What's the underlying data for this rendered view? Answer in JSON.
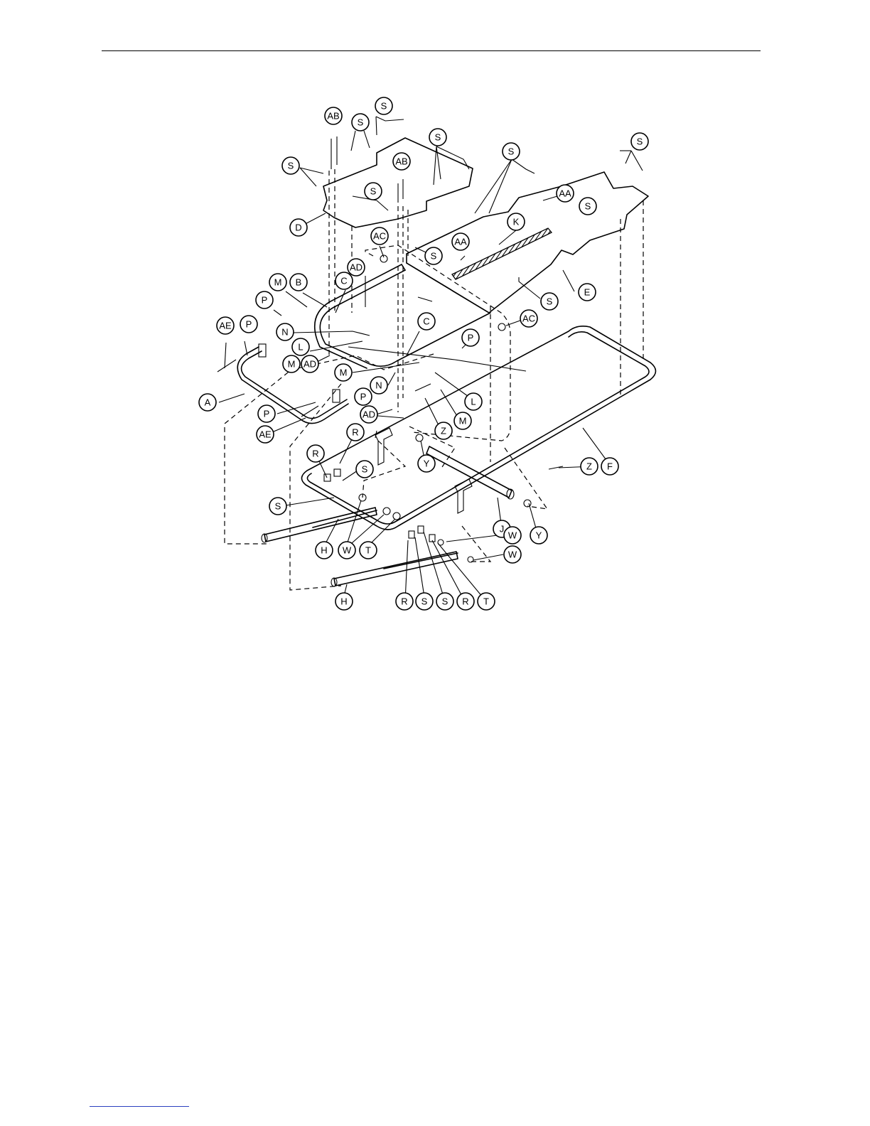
{
  "diagram": {
    "labels": [
      {
        "id": "ab-1",
        "text": "AB"
      },
      {
        "id": "s-1",
        "text": "S"
      },
      {
        "id": "s-2",
        "text": "S"
      },
      {
        "id": "s-3",
        "text": "S"
      },
      {
        "id": "s-4",
        "text": "S"
      },
      {
        "id": "ab-2",
        "text": "AB"
      },
      {
        "id": "s-5",
        "text": "S"
      },
      {
        "id": "s-6",
        "text": "S"
      },
      {
        "id": "s-7",
        "text": "S"
      },
      {
        "id": "aa-1",
        "text": "AA"
      },
      {
        "id": "s-8",
        "text": "S"
      },
      {
        "id": "d-1",
        "text": "D"
      },
      {
        "id": "k-1",
        "text": "K"
      },
      {
        "id": "ac-1",
        "text": "AC"
      },
      {
        "id": "aa-2",
        "text": "AA"
      },
      {
        "id": "s-9",
        "text": "S"
      },
      {
        "id": "ad-1",
        "text": "AD"
      },
      {
        "id": "m-1",
        "text": "M"
      },
      {
        "id": "b-1",
        "text": "B"
      },
      {
        "id": "c-1",
        "text": "C"
      },
      {
        "id": "e-1",
        "text": "E"
      },
      {
        "id": "p-1",
        "text": "P"
      },
      {
        "id": "s-10",
        "text": "S"
      },
      {
        "id": "ac-2",
        "text": "AC"
      },
      {
        "id": "c-2",
        "text": "C"
      },
      {
        "id": "ae-1",
        "text": "AE"
      },
      {
        "id": "p-2",
        "text": "P"
      },
      {
        "id": "n-1",
        "text": "N"
      },
      {
        "id": "p-3",
        "text": "P"
      },
      {
        "id": "l-1",
        "text": "L"
      },
      {
        "id": "m-2",
        "text": "M"
      },
      {
        "id": "ad-2",
        "text": "AD"
      },
      {
        "id": "m-3",
        "text": "M"
      },
      {
        "id": "n-2",
        "text": "N"
      },
      {
        "id": "l-2",
        "text": "L"
      },
      {
        "id": "a-1",
        "text": "A"
      },
      {
        "id": "p-4",
        "text": "P"
      },
      {
        "id": "ad-3",
        "text": "AD"
      },
      {
        "id": "m-4",
        "text": "M"
      },
      {
        "id": "p-5",
        "text": "P"
      },
      {
        "id": "ae-2",
        "text": "AE"
      },
      {
        "id": "z-1",
        "text": "Z"
      },
      {
        "id": "r-1",
        "text": "R"
      },
      {
        "id": "r-2",
        "text": "R"
      },
      {
        "id": "y-1",
        "text": "Y"
      },
      {
        "id": "s-11",
        "text": "S"
      },
      {
        "id": "z-2",
        "text": "Z"
      },
      {
        "id": "f-1",
        "text": "F"
      },
      {
        "id": "s-12",
        "text": "S"
      },
      {
        "id": "j-1",
        "text": "J"
      },
      {
        "id": "y-2",
        "text": "Y"
      },
      {
        "id": "w-1",
        "text": "W"
      },
      {
        "id": "h-1",
        "text": "H"
      },
      {
        "id": "w-2",
        "text": "W"
      },
      {
        "id": "t-1",
        "text": "T"
      },
      {
        "id": "w-3",
        "text": "W"
      },
      {
        "id": "h-2",
        "text": "H"
      },
      {
        "id": "r-3",
        "text": "R"
      },
      {
        "id": "s-13",
        "text": "S"
      },
      {
        "id": "s-14",
        "text": "S"
      },
      {
        "id": "r-4",
        "text": "R"
      },
      {
        "id": "t-2",
        "text": "T"
      }
    ]
  }
}
